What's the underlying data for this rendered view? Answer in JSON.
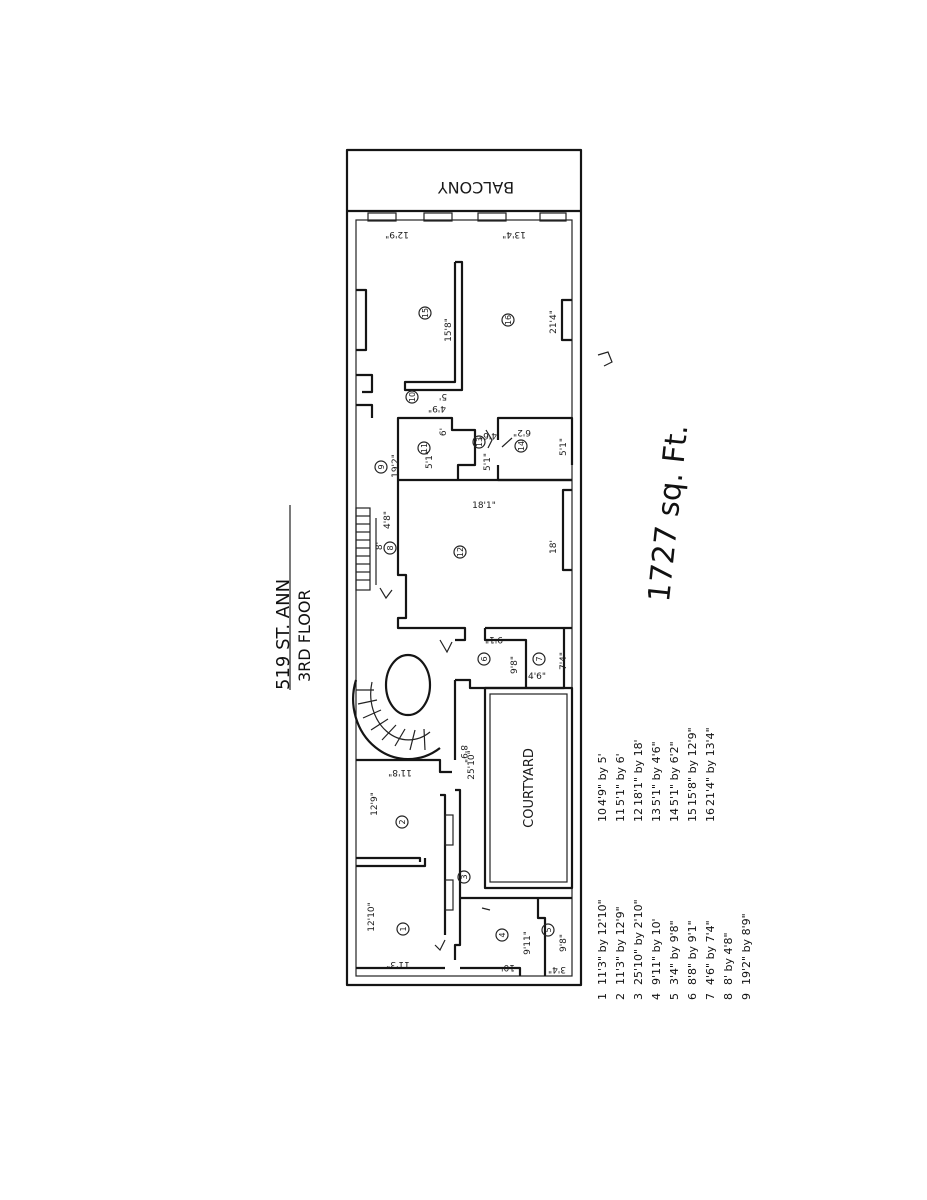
{
  "plan": {
    "address": "519 ST. ANN",
    "floor": "3RD FLOOR",
    "total_area": "1727 sq. Ft.",
    "balcony_label": "BALCONY",
    "courtyard_label": "COURTYARD",
    "rooms": [
      {
        "n": "1",
        "dims": [
          "11'3\"",
          "12'10\""
        ]
      },
      {
        "n": "2",
        "dims": [
          "11'8\"",
          "12'9\""
        ]
      },
      {
        "n": "3",
        "dims": [
          "25'10\""
        ]
      },
      {
        "n": "4",
        "dims": [
          "9'11\"",
          "10'"
        ]
      },
      {
        "n": "5",
        "dims": [
          "9'8\"",
          "3'4\""
        ]
      },
      {
        "n": "6",
        "dims": [
          "9'8\"",
          "9'1\""
        ]
      },
      {
        "n": "7",
        "dims": [
          "7'4\"",
          "4'6\""
        ]
      },
      {
        "n": "8",
        "dims": [
          "4'8\"",
          "8'"
        ]
      },
      {
        "n": "9",
        "dims": [
          "8'9\""
        ]
      },
      {
        "n": "10",
        "dims": [
          "4'9\"",
          "5'"
        ]
      },
      {
        "n": "11",
        "dims": [
          "5'1\"",
          "6'"
        ]
      },
      {
        "n": "12",
        "dims": [
          "18'1\"",
          "18'"
        ]
      },
      {
        "n": "13",
        "dims": [
          "4'6\"",
          "5'1\""
        ]
      },
      {
        "n": "14",
        "dims": [
          "19'2\"",
          "6'2\"",
          "5'1\""
        ]
      },
      {
        "n": "15",
        "dims": [
          "15'8\"",
          "12'9\""
        ]
      },
      {
        "n": "16",
        "dims": [
          "21'4\"",
          "13'4\""
        ]
      }
    ]
  },
  "legend_left": [
    {
      "n": "1",
      "text": "11'3\" by 12'10\""
    },
    {
      "n": "2",
      "text": "11'3\" by 12'9\""
    },
    {
      "n": "3",
      "text": "25'10\" by 2'10\""
    },
    {
      "n": "4",
      "text": "9'11\" by 10'"
    },
    {
      "n": "5",
      "text": "3'4\" by 9'8\""
    },
    {
      "n": "6",
      "text": "8'8\" by 9'1\""
    },
    {
      "n": "7",
      "text": "4'6\" by 7'4\""
    },
    {
      "n": "8",
      "text": "8' by 4'8\""
    },
    {
      "n": "9",
      "text": "19'2\" by 8'9\""
    }
  ],
  "legend_right": [
    {
      "n": "10",
      "text": "4'9\" by 5'"
    },
    {
      "n": "11",
      "text": "5'1\" by 6'"
    },
    {
      "n": "12",
      "text": "18'1\" by 18'"
    },
    {
      "n": "13",
      "text": "5'1\" by 4'6\""
    },
    {
      "n": "14",
      "text": "5'1\" by 6'2\""
    },
    {
      "n": "15",
      "text": "15'8\" by 12'9\""
    },
    {
      "n": "16",
      "text": "21'4\" by 13'4\""
    }
  ]
}
